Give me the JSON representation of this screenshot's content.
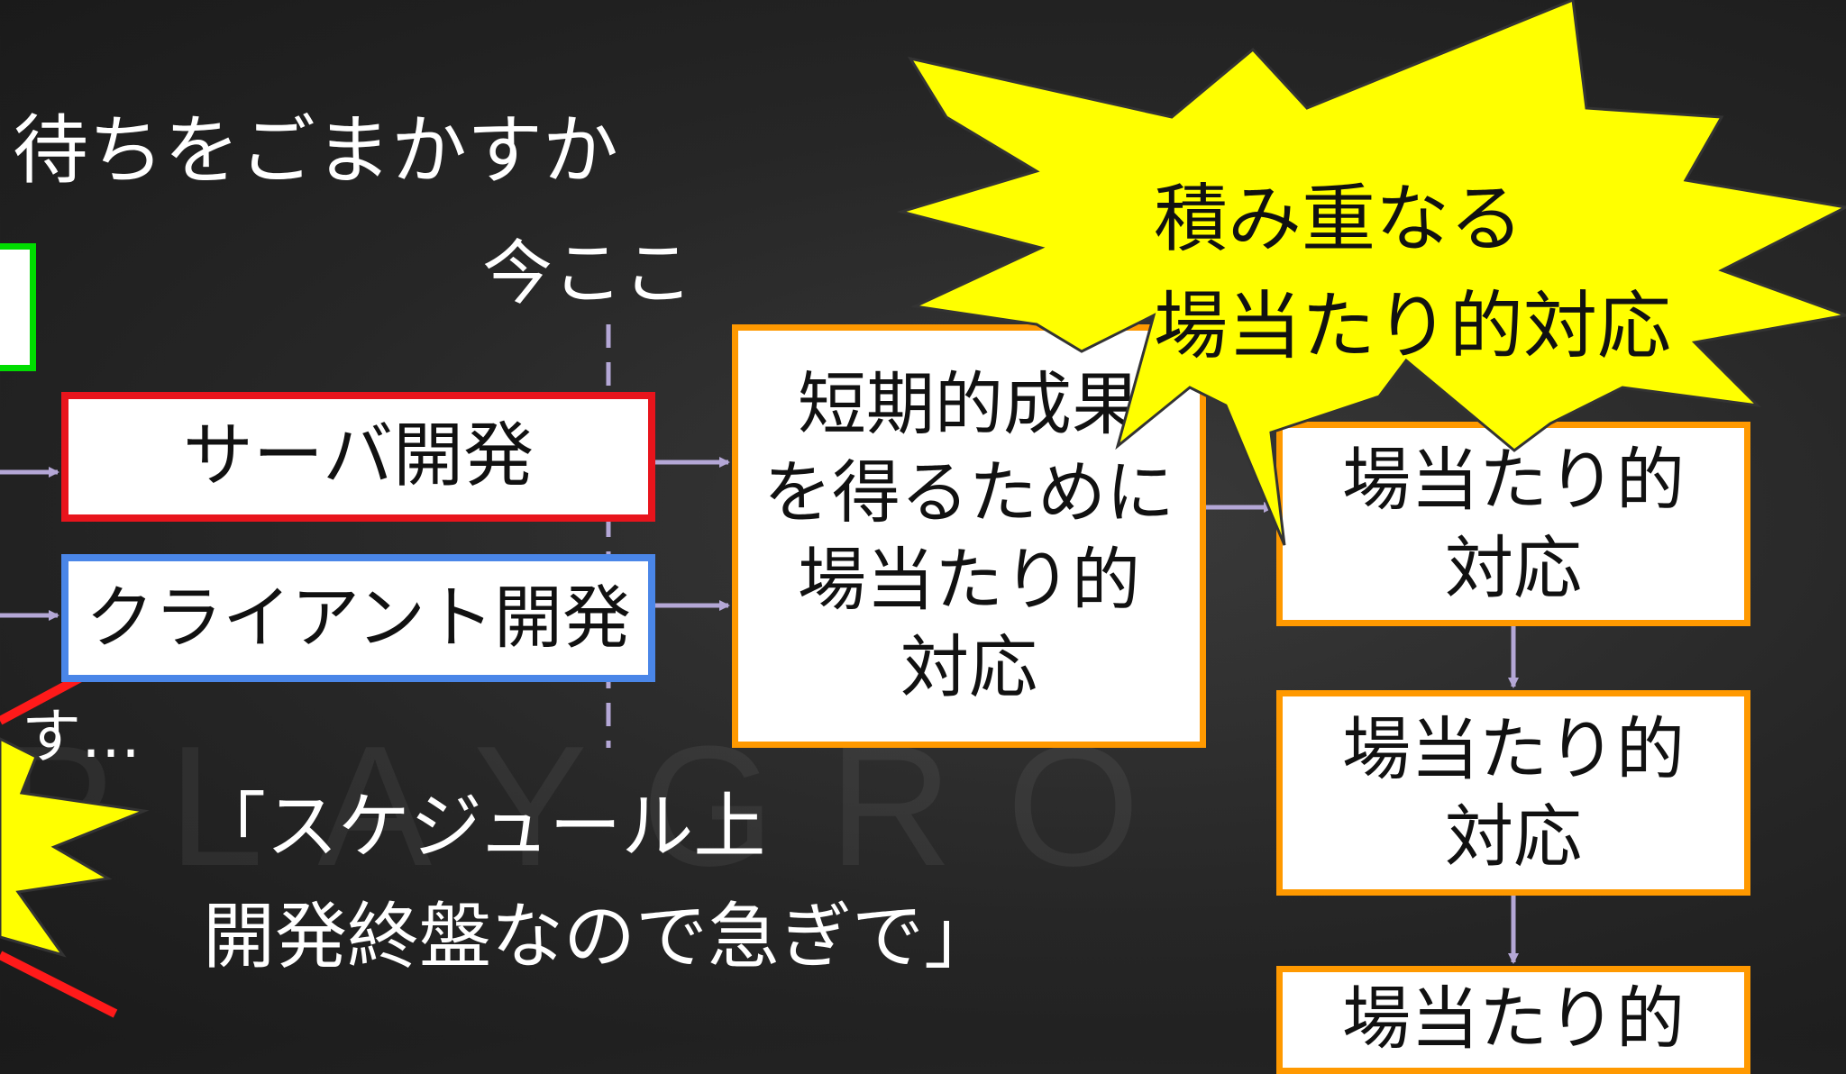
{
  "watermark": "PLAYGRO",
  "top_text": "待ちをごまかすか",
  "now_label": "今ここ",
  "server_box": "サーバ開発",
  "client_box": "クライアント開発",
  "short_term_box": "短期的成果\nを得るために\n場当たり的\n対応",
  "ad_hoc_box_1": "場当たり的\n対応",
  "ad_hoc_box_2": "場当たり的\n対応",
  "ad_hoc_box_3": "場当たり的",
  "burst_text": "積み重なる\n場当たり的対応",
  "left_partial_text": "す…",
  "quote_line1": "「スケジュール上",
  "quote_line2": "開発終盤なので急ぎで」",
  "colors": {
    "server_border": "#e8141c",
    "client_border": "#4a86e8",
    "orange_border": "#ff9900",
    "green_border": "#00dd00",
    "arrow": "#b4a7d6",
    "burst_fill": "#ffff00"
  }
}
